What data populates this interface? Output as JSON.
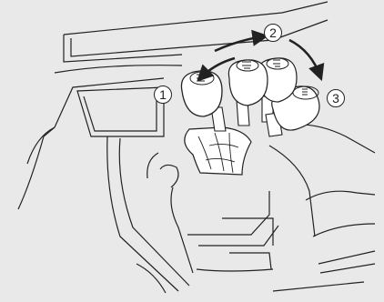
{
  "figure": {
    "callouts": [
      {
        "label": "1"
      },
      {
        "label": "2"
      },
      {
        "label": "3"
      }
    ],
    "colors": {
      "background": "#e9e9e9",
      "line": "#222222",
      "knob_fill": "#ffffff",
      "arrow": "#222222"
    },
    "icons": [
      "gear-shift-knob",
      "shift-boot",
      "direction-arrow"
    ]
  }
}
